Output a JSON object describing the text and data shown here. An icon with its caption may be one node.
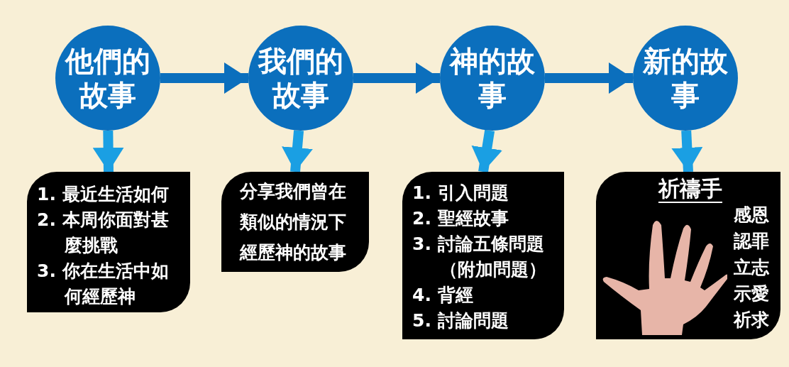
{
  "diagram": {
    "nodes": [
      {
        "text": [
          "他們的故事"
        ]
      },
      {
        "text": [
          "我們的故事"
        ]
      },
      {
        "text": [
          "神的故事"
        ]
      },
      {
        "text": [
          "新的故事"
        ]
      },
      {
        "text": [
          "1. 最近生活如何",
          "2. 本周你面對甚麼挑戰",
          "3. 你在生活中如何經歷神"
        ]
      },
      {
        "text": [
          "分享我們曾在類似的情況下經歷神的故事"
        ]
      },
      {
        "text": [
          "1. 引入問題",
          "2. 聖經故事",
          "3. 討論五條問題（附加問題）",
          "4. 背經",
          "5. 討論問題"
        ]
      },
      {
        "text": [
          "祈禱手",
          "感恩",
          "認罪",
          "立志",
          "示愛",
          "祈求"
        ]
      }
    ],
    "edges": [
      {
        "from": 0,
        "to": 1,
        "arrow": "to",
        "color": "#0b6fbd"
      },
      {
        "from": 1,
        "to": 2,
        "arrow": "to",
        "color": "#0b6fbd"
      },
      {
        "from": 2,
        "to": 3,
        "arrow": "to",
        "color": "#0b6fbd"
      },
      {
        "from": 0,
        "to": 4,
        "arrow": "to"
      },
      {
        "from": 1,
        "to": 5,
        "arrow": "to"
      },
      {
        "from": 2,
        "to": 6,
        "arrow": "to"
      },
      {
        "from": 3,
        "to": 7,
        "arrow": "to"
      }
    ]
  }
}
